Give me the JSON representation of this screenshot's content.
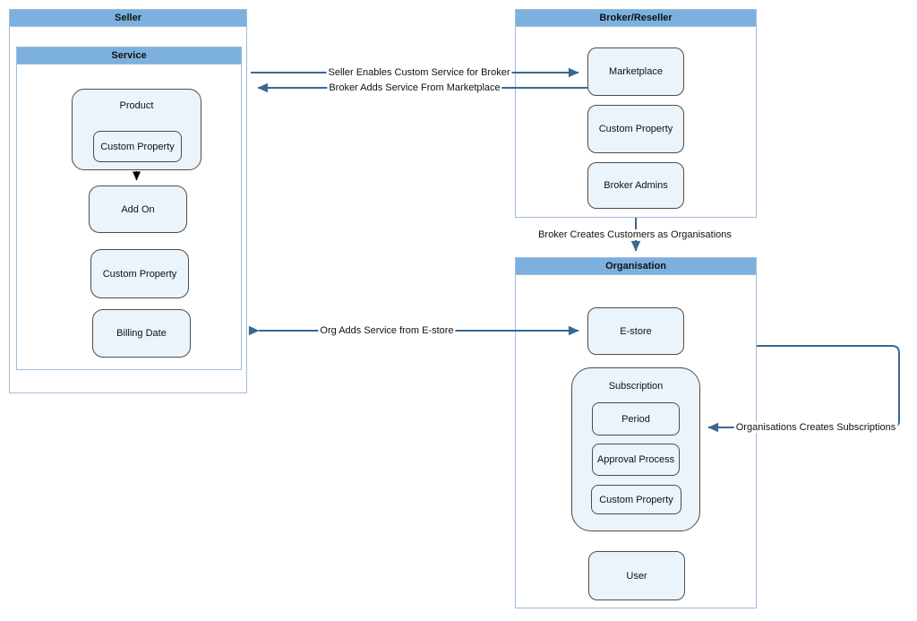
{
  "containers": {
    "seller": {
      "title": "Seller"
    },
    "service": {
      "title": "Service"
    },
    "broker": {
      "title": "Broker/Reseller"
    },
    "organisation": {
      "title": "Organisation"
    }
  },
  "nodes": {
    "product": "Product",
    "product_custom_property": "Custom Property",
    "add_on": "Add On",
    "seller_custom_property": "Custom Property",
    "billing_date": "Billing Date",
    "marketplace": "Marketplace",
    "broker_custom_property": "Custom Property",
    "broker_admins": "Broker Admins",
    "e_store": "E-store",
    "subscription": "Subscription",
    "period": "Period",
    "approval_process": "Approval Process",
    "subscription_custom_property": "Custom Property",
    "user": "User"
  },
  "edges": {
    "seller_enables": "Seller Enables Custom Service for Broker",
    "broker_adds": "Broker Adds Service From Marketplace",
    "broker_creates": "Broker Creates Customers as Organisations",
    "org_adds": "Org Adds Service from E-store",
    "org_creates_subscriptions": "Organisations Creates Subscriptions"
  },
  "colors": {
    "header_bg": "#7cb1df",
    "container_border": "#9fbcdb",
    "box_fill": "#ebf3fb",
    "box_border": "#4d4d4d",
    "arrow_blue": "#3a678f",
    "arrow_black": "#000000"
  }
}
